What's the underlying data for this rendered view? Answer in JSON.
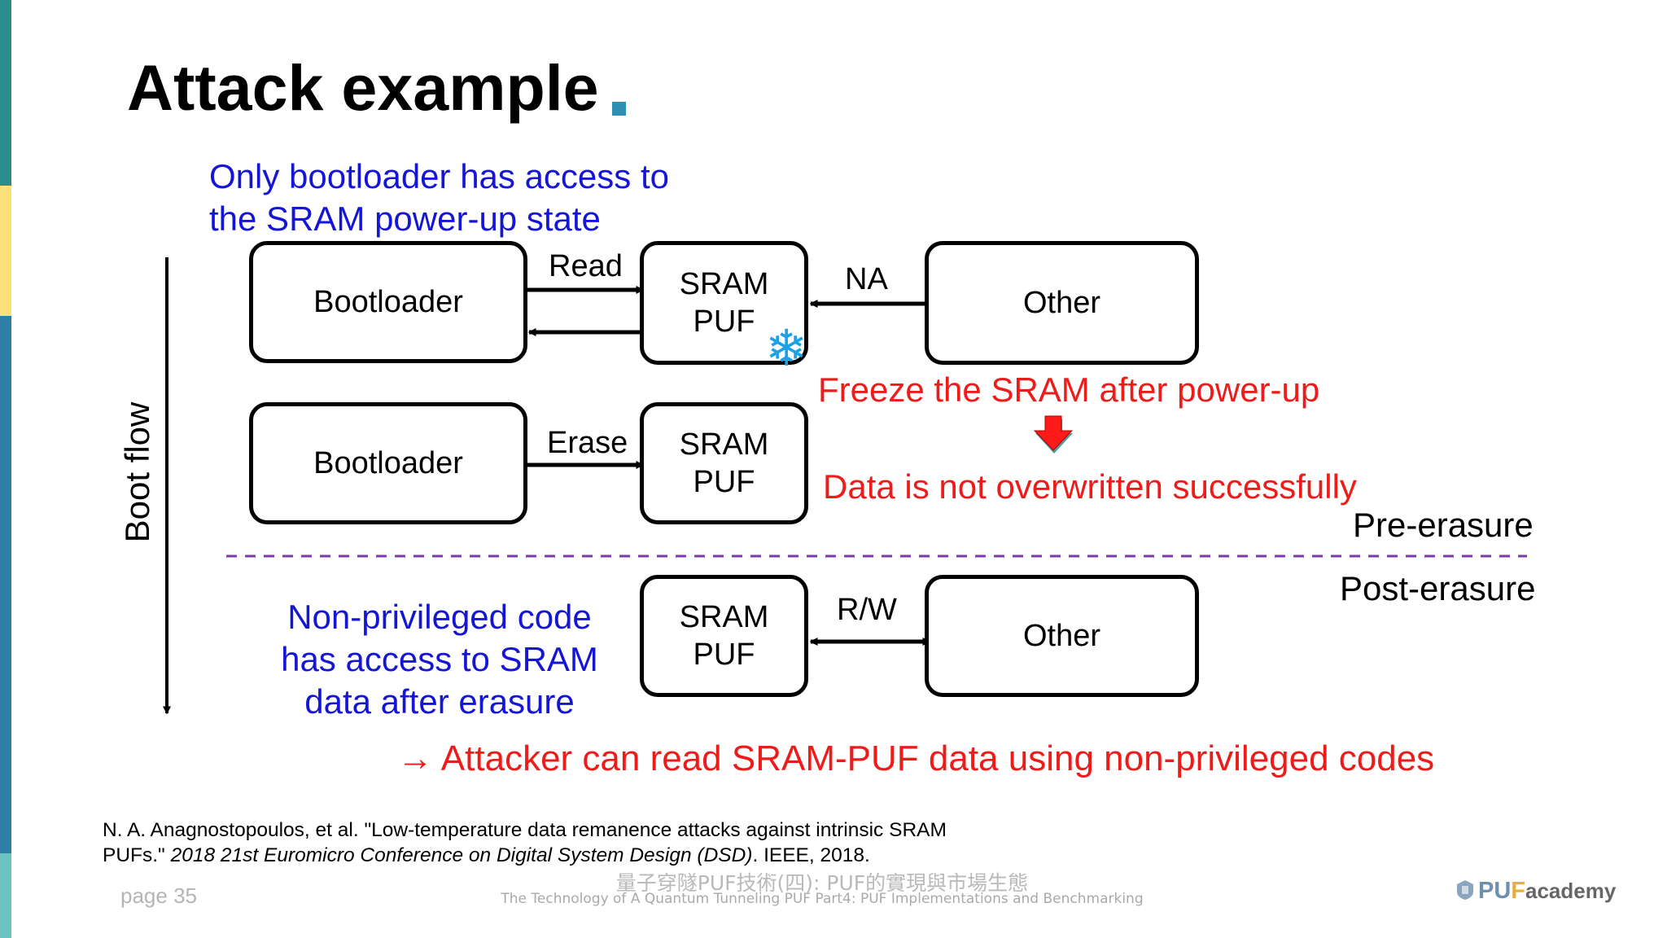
{
  "slide": {
    "title": "Attack example",
    "accent_colors": [
      "#2a8f8c",
      "#fbe07c",
      "#2d7fa5",
      "#6cc4c1"
    ],
    "note_top": [
      "Only bootloader has access to",
      "the SRAM power-up state"
    ],
    "boot_flow_label": "Boot flow",
    "row1": {
      "bootloader": "Bootloader",
      "read_label": "Read",
      "sram": [
        "SRAM",
        "PUF"
      ],
      "na_label": "NA",
      "other": "Other",
      "snowflake_icon": "❄"
    },
    "freeze_note": "Freeze the SRAM after power-up",
    "result_note": "Data is not overwritten successfully",
    "row2": {
      "bootloader": "Bootloader",
      "erase_label": "Erase",
      "sram": [
        "SRAM",
        "PUF"
      ]
    },
    "pre_erasure": "Pre-erasure",
    "post_erasure": "Post-erasure",
    "row3": {
      "note": [
        "Non-privileged code",
        "has access to SRAM",
        "data after erasure"
      ],
      "sram": [
        "SRAM",
        "PUF"
      ],
      "rw_label": "R/W",
      "other": "Other"
    },
    "conclusion": "→ Attacker can read SRAM-PUF data using non-privileged codes",
    "reference": {
      "line1": "N. A. Anagnostopoulos, et al. \"Low-temperature data remanence attacks against intrinsic SRAM",
      "line2_pre": "PUFs.\" ",
      "line2_italic": "2018 21st Euromicro Conference on Digital System Design (DSD)",
      "line2_post": ". IEEE, 2018."
    },
    "footer": {
      "page": "page 35",
      "title_cn": "量子穿隧PUF技術(四): PUF的實現與市場生態",
      "title_en": "The Technology of A Quantum Tunneling PUF Part4: PUF Implementations and Benchmarking",
      "logo_pu": "PU",
      "logo_f": "F",
      "logo_rest": "academy"
    }
  }
}
